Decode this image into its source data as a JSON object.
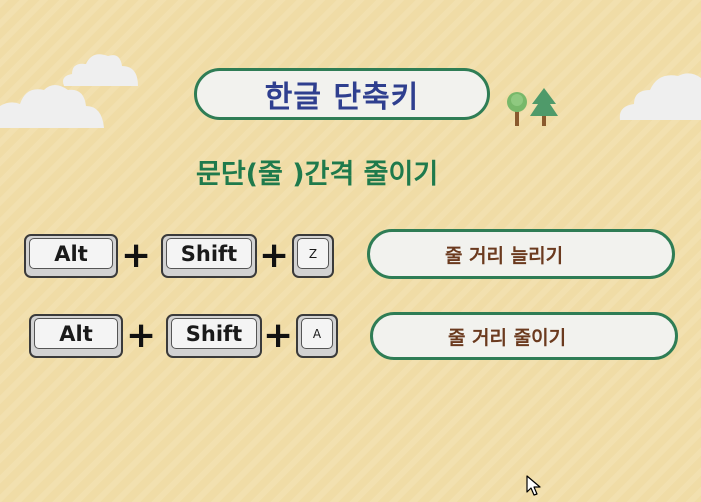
{
  "slide": {
    "title": "한글 단축키",
    "subtitle": "문단(줄 )간격 줄이기",
    "colors": {
      "background": "#f0dca6",
      "pill_border": "#2f7d55",
      "title_text": "#2f3f8f",
      "subtitle_text": "#1f7a4c",
      "action_text": "#6b3a1e"
    }
  },
  "shortcuts": [
    {
      "keys": [
        "Alt",
        "Shift",
        "Z"
      ],
      "plus": "+",
      "action": "줄 거리 늘리기"
    },
    {
      "keys": [
        "Alt",
        "Shift",
        "A"
      ],
      "plus": "+",
      "action": "줄 거리 줄이기"
    }
  ],
  "decorations": {
    "clouds": [
      "cloud-icon",
      "cloud-icon",
      "cloud-icon",
      "cloud-icon"
    ],
    "trees": [
      "tree-icon",
      "pine-tree-icon"
    ],
    "cursor": "mouse-cursor-icon"
  }
}
